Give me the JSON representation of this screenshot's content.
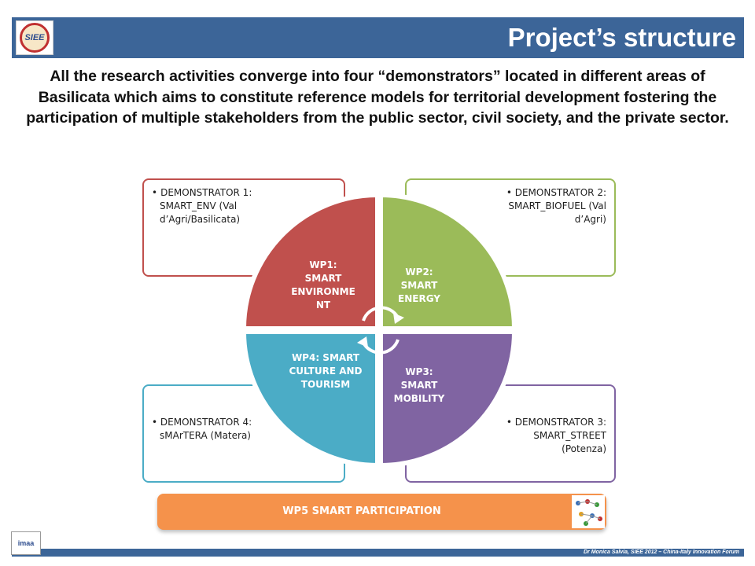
{
  "header": {
    "title": "Project’s structure",
    "logo_text": "SIEE",
    "logo_icon": "china-italy-innovation-forum-logo"
  },
  "intro_text": "All the research activities converge into four “demonstrators” located in different areas of Basilicata which aims to constitute reference models for territorial development fostering the participation of multiple stakeholders from the public sector, civil society, and the private sector.",
  "work_packages": [
    {
      "label": "WP1: SMART ENVIRONME NT",
      "color": "#c0504d"
    },
    {
      "label": "WP2: SMART ENERGY",
      "color": "#9bbb59"
    },
    {
      "label": "WP3: SMART MOBILITY",
      "color": "#8064a2"
    },
    {
      "label": "WP4: SMART CULTURE AND TOURISM",
      "color": "#4bacc6"
    }
  ],
  "demonstrators": [
    {
      "line1": "DEMONSTRATOR 1:",
      "line2": "SMART_ENV (Val",
      "line3": "d’Agri/Basilicata)",
      "color": "#c0504d"
    },
    {
      "line1": "DEMONSTRATOR 2:",
      "line2": "SMART_BIOFUEL (Val",
      "line3": "d’Agri)",
      "color": "#9bbb59"
    },
    {
      "line1": "DEMONSTRATOR 3:",
      "line2": "SMART_STREET",
      "line3": "(Potenza)",
      "color": "#8064a2"
    },
    {
      "line1": "DEMONSTRATOR 4:",
      "line2": "sMArTERA (Matera)",
      "line3": "",
      "color": "#4bacc6"
    }
  ],
  "wp5": {
    "label": "WP5 SMART PARTICIPATION",
    "color": "#f5924b"
  },
  "footer": {
    "text": "Dr Monica Salvia, SIEE 2012 – China-Italy Innovation Forum",
    "logo_text": "imaa"
  },
  "colors": {
    "header": "#3c6598",
    "cycle_arrows": "#ffffff"
  }
}
